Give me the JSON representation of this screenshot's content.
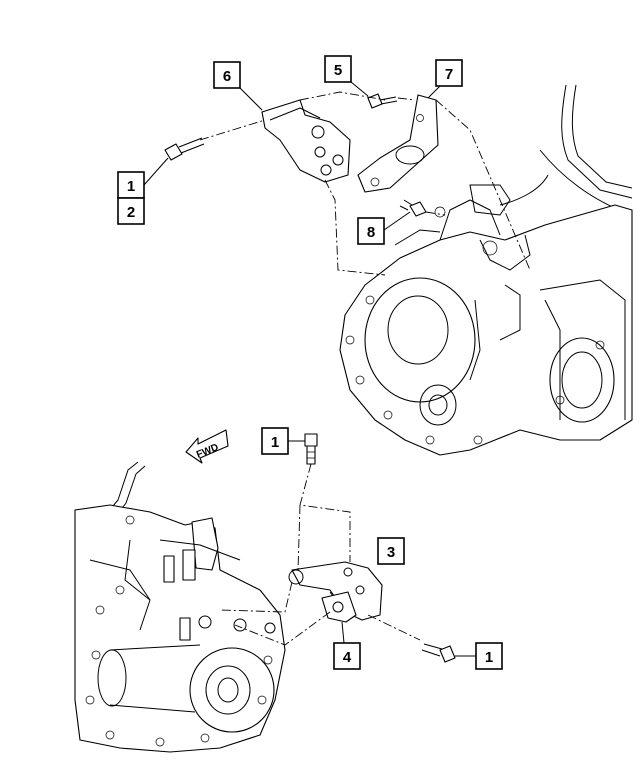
{
  "callouts": {
    "c1_top": "1",
    "c2": "2",
    "c3": "3",
    "c4": "4",
    "c5": "5",
    "c6": "6",
    "c7": "7",
    "c8": "8",
    "c1_mid": "1",
    "c1_bottom": "1"
  },
  "fwd_label": "FWD",
  "background_color": "#ffffff",
  "line_color": "#000000"
}
